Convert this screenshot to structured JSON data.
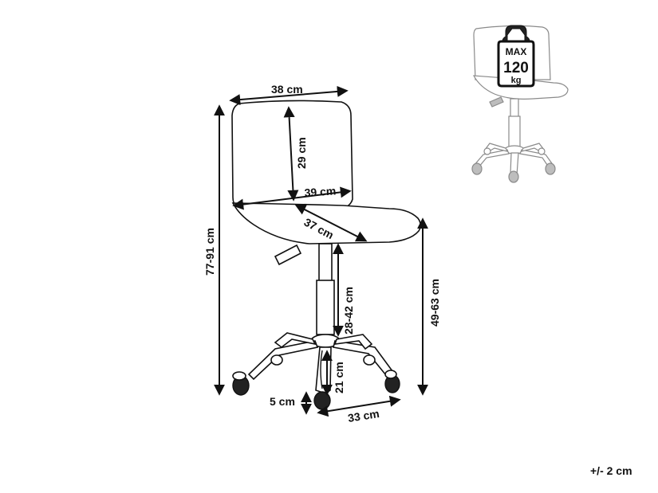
{
  "dimensions": {
    "back_width": "38 cm",
    "back_height": "29 cm",
    "seat_width": "39 cm",
    "seat_depth": "37 cm",
    "total_height": "77-91 cm",
    "seat_height": "49-63 cm",
    "column_height": "28-42 cm",
    "base_height": "21 cm",
    "caster_height": "5 cm",
    "base_width": "33 cm"
  },
  "max_load": {
    "label": "MAX",
    "value": "120",
    "unit": "kg"
  },
  "tolerance": "+/- 2 cm"
}
